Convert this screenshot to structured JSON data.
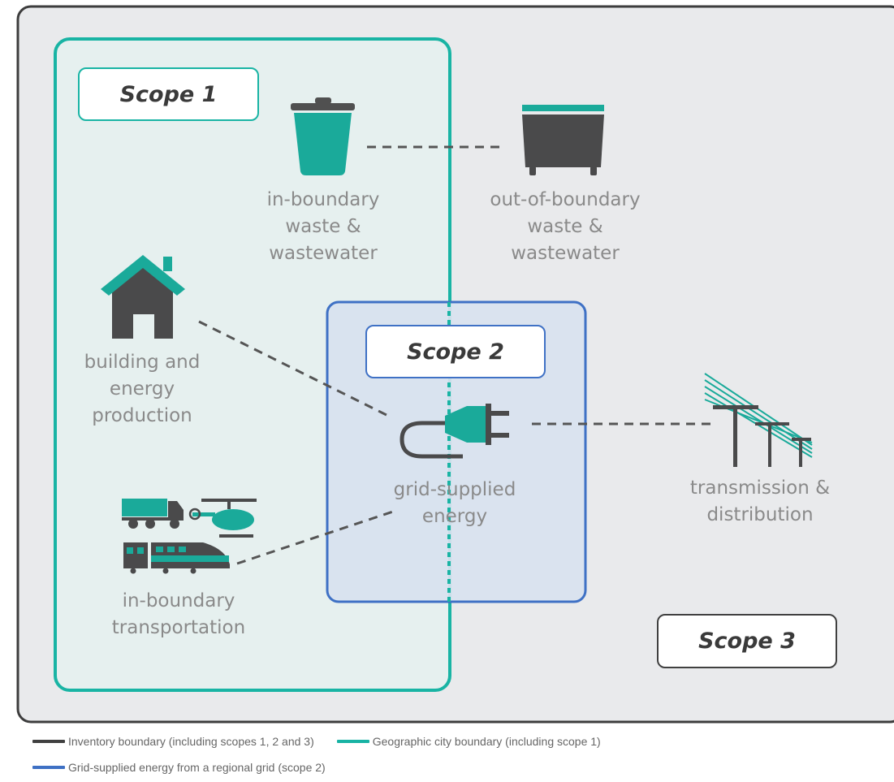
{
  "scopes": {
    "scope1": "Scope 1",
    "scope2": "Scope 2",
    "scope3": "Scope 3"
  },
  "sources": {
    "in_boundary_waste": [
      "in-boundary",
      "waste &",
      "wastewater"
    ],
    "out_of_boundary_waste": [
      "out-of-boundary",
      "waste &",
      "wastewater"
    ],
    "building": [
      "building and",
      "energy",
      "production"
    ],
    "grid_energy": [
      "grid-supplied",
      "energy"
    ],
    "transmission": [
      "transmission &",
      "distribution"
    ],
    "transportation": [
      "in-boundary",
      "transportation"
    ]
  },
  "legend": {
    "inventory": "Inventory boundary (including scopes 1, 2 and 3)",
    "geographic": "Geographic city boundary (including scope 1)",
    "grid": "Grid-supplied energy from a regional grid (scope 2)"
  },
  "colors": {
    "inventory": "#404040",
    "geographic": "#18b3a4",
    "grid": "#3e70c4",
    "icon_dark": "#4a4a4b",
    "icon_teal": "#1aaa9a"
  }
}
